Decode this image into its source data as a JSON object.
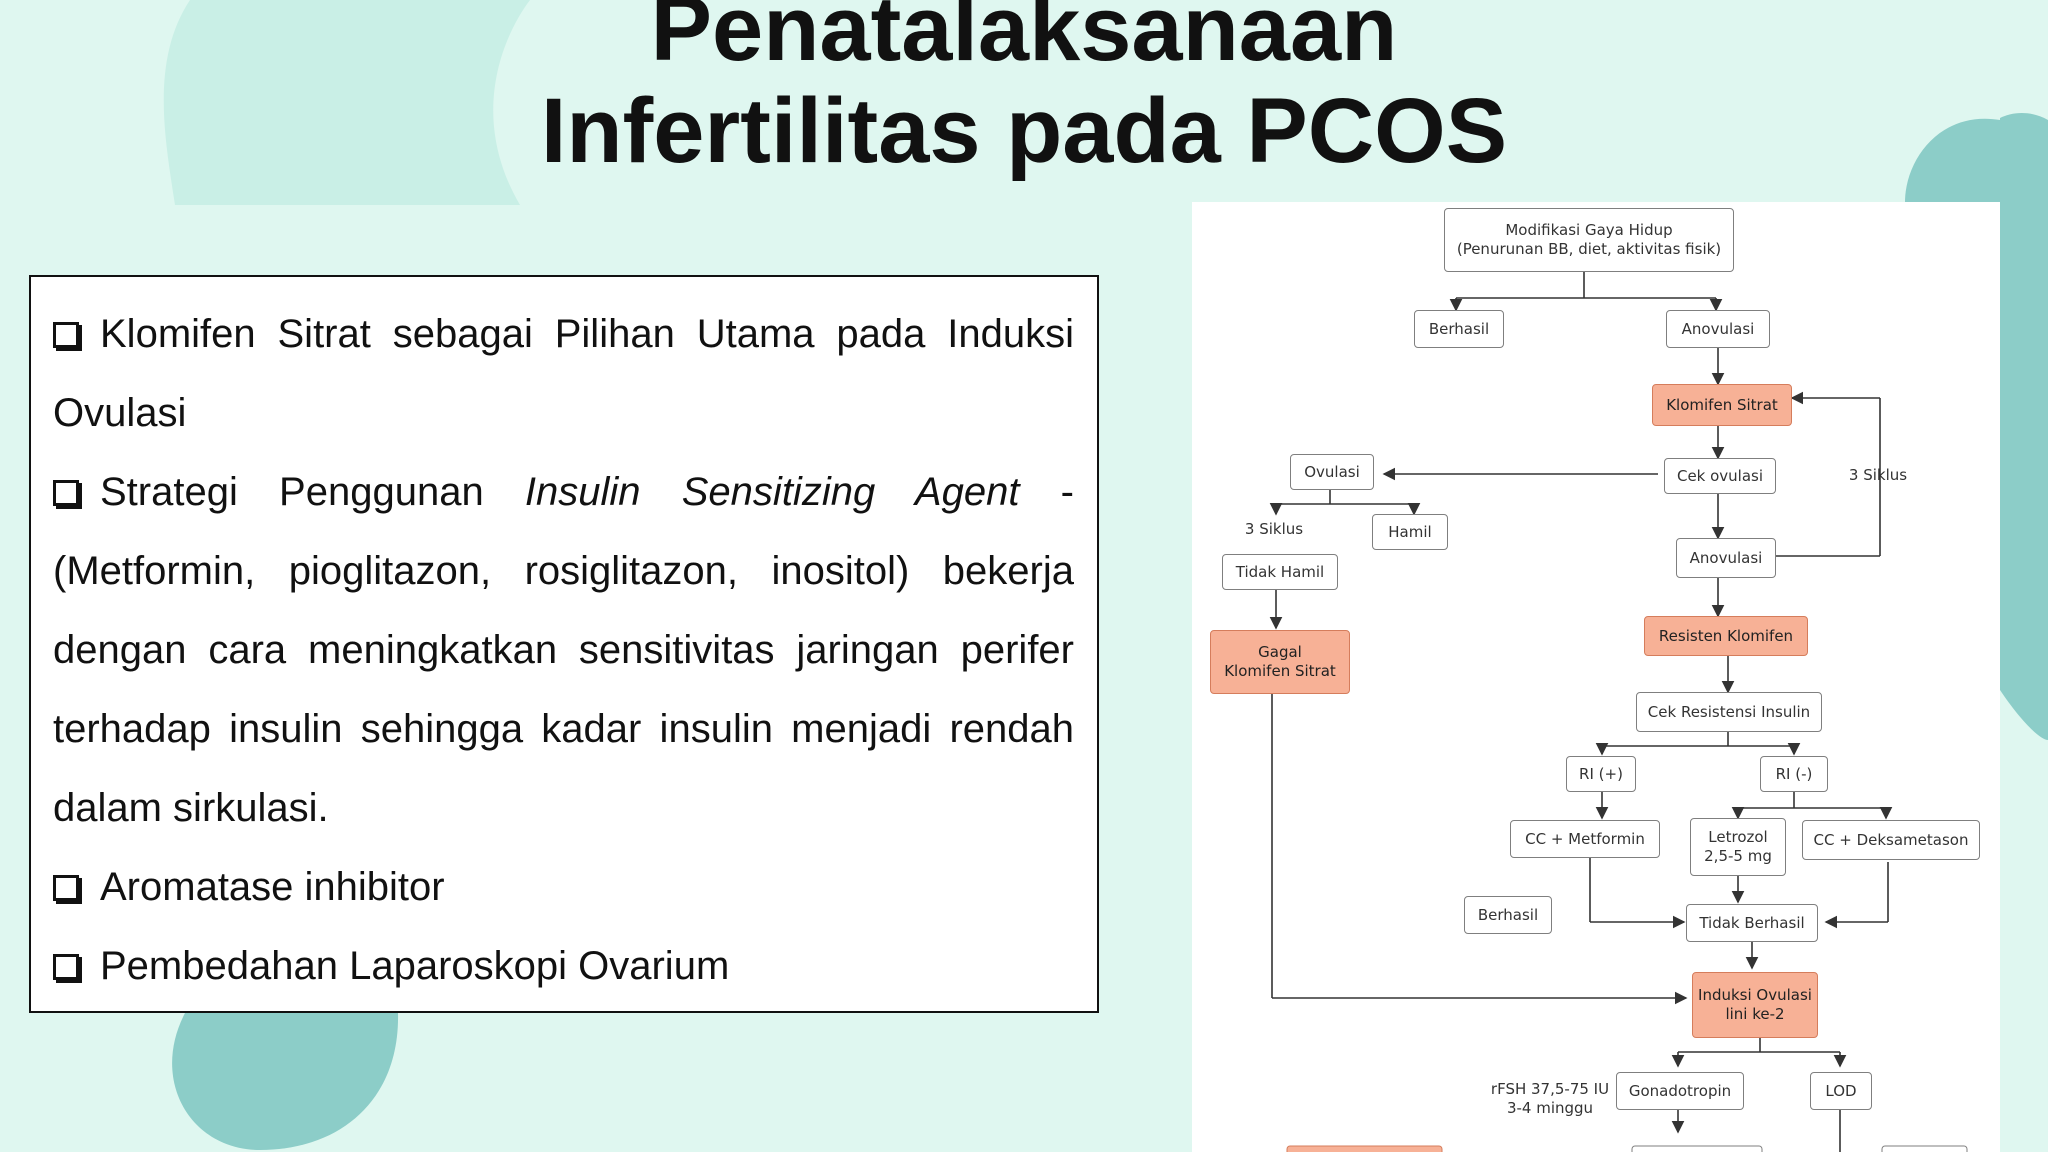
{
  "title": {
    "line1": "Penatalaksanaan",
    "line2": "Infertilitas pada PCOS"
  },
  "points": {
    "p1": "Klomifen Sitrat sebagai Pilihan Utama pada Induksi Ovulasi",
    "p2_before": "Strategi Penggunan ",
    "p2_italic": "Insulin Sensitizing Agent",
    "p2_after": " - (Metformin, pioglitazon, rosiglitazon, inositol) bekerja dengan cara meningkatkan sensitivitas jaringan perifer terhadap insulin sehingga kadar insulin menjadi rendah dalam sirkulasi.",
    "p3": "Aromatase inhibitor",
    "p4": "Pembedahan Laparoskopi Ovarium"
  },
  "flowchart": {
    "modifikasi_1": "Modifikasi Gaya Hidup",
    "modifikasi_2": "(Penurunan BB, diet, aktivitas fisik)",
    "berhasil_top": "Berhasil",
    "anovulasi_top": "Anovulasi",
    "klomifen_sitrat": "Klomifen Sitrat",
    "cek_ovulasi": "Cek ovulasi",
    "ovulasi": "Ovulasi",
    "siklus_right": "3 Siklus",
    "siklus_left": "3 Siklus",
    "hamil": "Hamil",
    "tidak_hamil": "Tidak Hamil",
    "anovulasi_mid": "Anovulasi",
    "gagal_1": "Gagal",
    "gagal_2": "Klomifen Sitrat",
    "resisten_klomifen": "Resisten Klomifen",
    "cek_resistensi": "Cek Resistensi Insulin",
    "ri_plus": "RI (+)",
    "ri_minus": "RI (-)",
    "cc_metformin": "CC + Metformin",
    "letrozol_1": "Letrozol",
    "letrozol_2": "2,5-5 mg",
    "cc_deksametason": "CC + Deksametason",
    "berhasil_mid": "Berhasil",
    "tidak_berhasil": "Tidak Berhasil",
    "induksi_1": "Induksi Ovulasi",
    "induksi_2": "lini ke-2",
    "rfsh_1": "rFSH 37,5-75 IU",
    "rfsh_2": "3-4 minggu",
    "gonadotropin": "Gonadotropin",
    "lod": "LOD"
  },
  "colors": {
    "background": "#dff7f0",
    "blob": "#8ccdc8",
    "highlight_box": "#f7b196"
  }
}
